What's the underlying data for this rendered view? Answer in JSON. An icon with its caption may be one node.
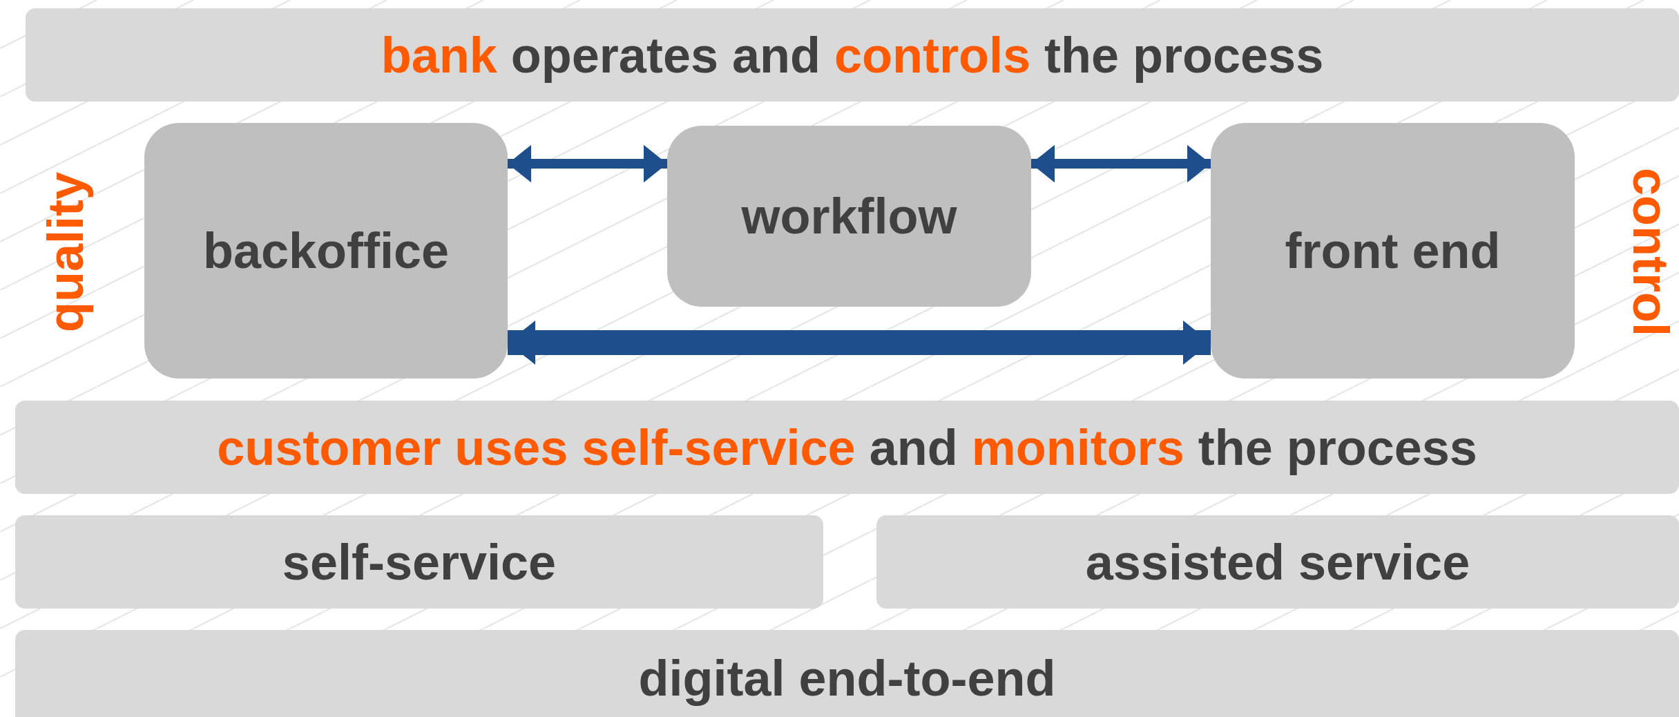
{
  "diagram": {
    "nodes": [
      {
        "text": [
          "**bank** operates and **controls** the process"
        ]
      },
      {
        "text": [
          "backoffice"
        ]
      },
      {
        "text": [
          "workflow"
        ]
      },
      {
        "text": [
          "front end"
        ]
      },
      {
        "text": [
          "**customer uses self-service** and **monitors** the process"
        ]
      },
      {
        "text": [
          "self-service"
        ]
      },
      {
        "text": [
          "assisted service"
        ]
      },
      {
        "text": [
          "digital end-to-end"
        ]
      }
    ],
    "edges": [
      {
        "from": 1,
        "to": 2,
        "arrow": "both",
        "color": "#1f4e8c"
      },
      {
        "from": 2,
        "to": 3,
        "arrow": "both",
        "color": "#1f4e8c"
      },
      {
        "from": 1,
        "to": 3,
        "arrow": "both",
        "style": "thick",
        "color": "#1f4e8c"
      }
    ],
    "labels": [
      "quality",
      "control"
    ]
  }
}
